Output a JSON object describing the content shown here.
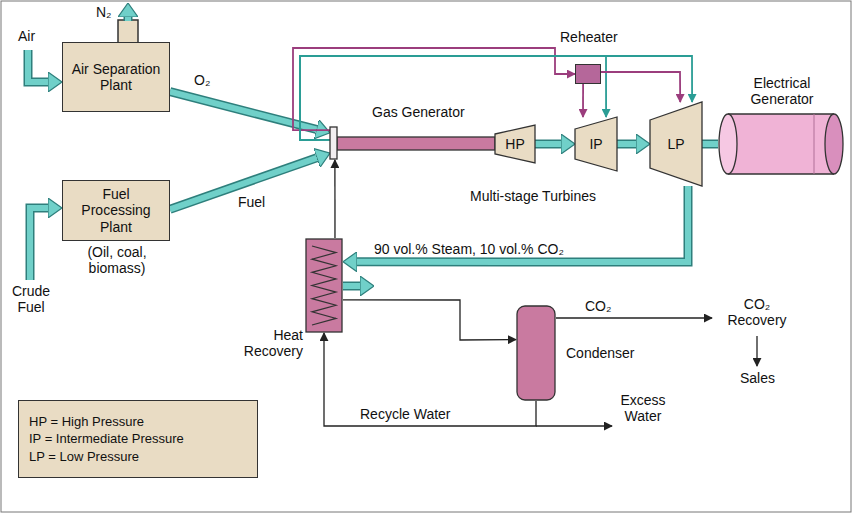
{
  "diagram": {
    "nodes": [
      {
        "text": [
          "Air Separation Plant"
        ]
      },
      {
        "text": [
          "Fuel Processing Plant",
          "(Oil, coal, biomass)"
        ]
      },
      {
        "text": [
          "Gas Generator"
        ]
      },
      {
        "text": [
          "HP"
        ]
      },
      {
        "text": [
          "IP"
        ]
      },
      {
        "text": [
          "LP"
        ]
      },
      {
        "text": [
          "Electrical Generator"
        ]
      },
      {
        "text": [
          "Reheater"
        ]
      },
      {
        "text": [
          "Heat Recovery"
        ]
      },
      {
        "text": [
          "Condenser"
        ]
      },
      {
        "text": [
          "HP = High Pressure",
          "IP = Intermediate Pressure",
          "LP = Low Pressure"
        ]
      }
    ],
    "edges": [
      {
        "from": 0,
        "to": 2,
        "label": "O₂",
        "arrow": "to"
      },
      {
        "from": 1,
        "to": 2,
        "label": "Fuel",
        "arrow": "to"
      },
      {
        "from": 3,
        "to": 4,
        "arrow": "to"
      },
      {
        "from": 4,
        "to": 5,
        "arrow": "to"
      },
      {
        "from": 5,
        "to": 6,
        "arrow": "none"
      },
      {
        "from": 5,
        "to": 8,
        "label": "90 vol.% Steam, 10 vol.% CO₂",
        "arrow": "to"
      },
      {
        "from": 8,
        "to": 9,
        "arrow": "to"
      },
      {
        "from": 9,
        "to": 8,
        "label": "Recycle Water",
        "arrow": "to"
      },
      {
        "from": 8,
        "to": 2,
        "arrow": "to"
      },
      {
        "from": 2,
        "to": 7,
        "arrow": "to"
      },
      {
        "from": 7,
        "to": 4,
        "arrow": "to"
      },
      {
        "from": 2,
        "to": 4,
        "arrow": "to"
      },
      {
        "from": 2,
        "to": 5,
        "arrow": "to"
      },
      {
        "from": 7,
        "to": 5,
        "arrow": "to"
      }
    ],
    "labels": [
      "Air",
      "N₂",
      "Crude Fuel",
      "Multi-stage Turbines",
      "CO₂",
      "CO₂ Recovery",
      "Sales",
      "Excess Water"
    ]
  }
}
